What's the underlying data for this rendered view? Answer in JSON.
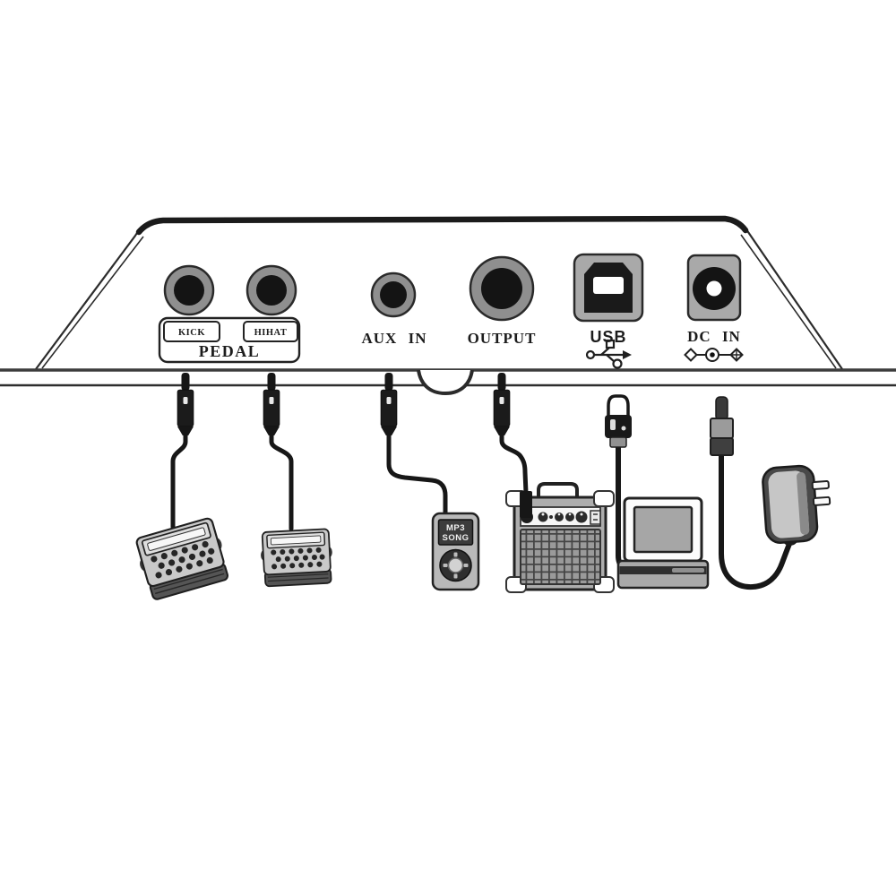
{
  "panel": {
    "pedal": "PEDAL",
    "kick": "KICK",
    "hihat": "HIHAT",
    "aux_in": "AUX IN",
    "output": "OUTPUT",
    "usb": "USB",
    "dc_in": "DC IN"
  },
  "devices": {
    "mp3_line1": "MP3",
    "mp3_line2": "SONG"
  },
  "icons": {
    "usb": "usb-trident-icon",
    "dc": "dc-polarity-icon"
  },
  "colors": {
    "ink": "#1f1f1f",
    "panel_fill": "#ffffff",
    "jack_ring": "#8f8f8f",
    "jack_hole": "#141414",
    "port_housing": "#a9a9a9",
    "device_gray": "#b5b5b5",
    "dark_gray": "#4a4a4a"
  }
}
